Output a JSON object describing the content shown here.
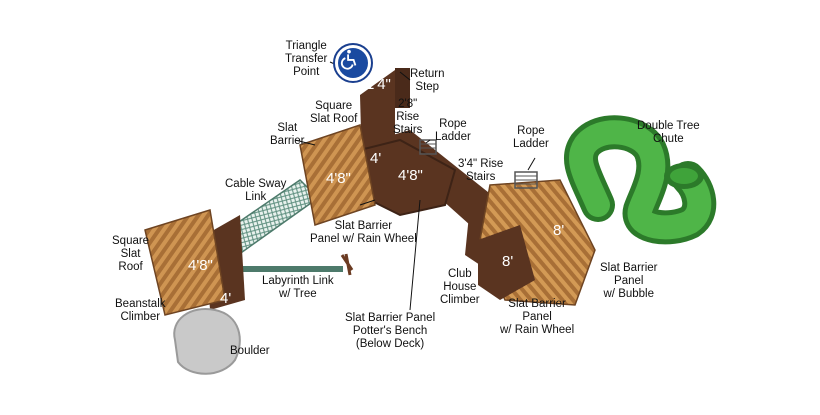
{
  "labels": {
    "triangle_transfer": [
      "Triangle",
      "Transfer",
      "Point"
    ],
    "return_step": [
      "Return",
      "Step"
    ],
    "square_slat_roof_top": [
      "Square",
      "Slat Roof"
    ],
    "rise_stairs_28": [
      "2'8\"",
      "Rise",
      "Stairs"
    ],
    "rope_ladder_left": [
      "Rope",
      "Ladder"
    ],
    "rope_ladder_right": [
      "Rope",
      "Ladder"
    ],
    "double_tree_chute": [
      "Double Tree",
      "Chute"
    ],
    "slat_barrier": [
      "Slat",
      "Barrier"
    ],
    "rise_stairs_34": [
      "3'4\" Rise",
      "Stairs"
    ],
    "cable_sway_link": [
      "Cable Sway",
      "Link"
    ],
    "slat_barrier_rain_wheel_center": [
      "Slat Barrier",
      "Panel w/ Rain Wheel"
    ],
    "square_slat_roof_left": [
      "Square",
      "Slat",
      "Roof"
    ],
    "labyrinth_link": [
      "Labyrinth Link",
      "w/ Tree"
    ],
    "club_house_climber": [
      "Club",
      "House",
      "Climber"
    ],
    "slat_barrier_bubble": [
      "Slat Barrier",
      "Panel",
      "w/ Bubble"
    ],
    "beanstalk_climber": [
      "Beanstalk",
      "Climber"
    ],
    "potters_bench": [
      "Slat Barrier Panel",
      "Potter's Bench",
      "(Below Deck)"
    ],
    "slat_barrier_rain_wheel_right": [
      "Slat Barrier",
      "Panel",
      "w/ Rain Wheel"
    ],
    "boulder": [
      "Boulder"
    ]
  },
  "dimensions": {
    "top_deck": "1'4\"",
    "center_small": "4'",
    "center_left": "4'8\"",
    "center_right": "4'8\"",
    "left_tower": "4'8\"",
    "left_small": "4'",
    "right_tower_top": "8'",
    "right_tower_bottom": "8'"
  },
  "icon": "wheelchair-accessible-icon",
  "colors": {
    "deck": "#5a3420",
    "deck_dark": "#3d2316",
    "wood": "#b57a3e",
    "wood_light": "#d39a55",
    "slide_green": "#3fa33a",
    "slide_dark": "#2c7a2a",
    "cable_net": "#8fb8a8",
    "boulder": "#c9c9c9",
    "a11y_blue": "#1a4aa0"
  }
}
